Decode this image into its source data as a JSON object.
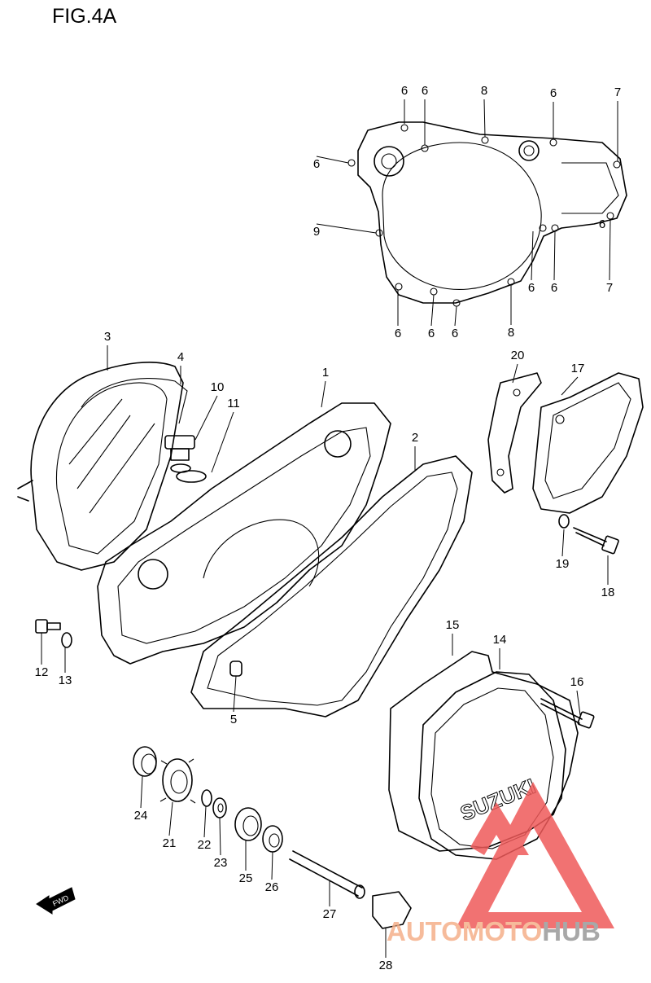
{
  "title": "FIG.4A",
  "fwd_label": "FWD",
  "cover_logo": "SUZUKI",
  "watermark": {
    "text_a": "AUTOMOTO",
    "text_b": "HUB",
    "color_a": "#f5b08a",
    "color_b": "#9a9a9a",
    "triangle_color": "#ef5a5a"
  },
  "callouts": [
    {
      "id": "c1",
      "label": "1"
    },
    {
      "id": "c2",
      "label": "2"
    },
    {
      "id": "c3",
      "label": "3"
    },
    {
      "id": "c4",
      "label": "4"
    },
    {
      "id": "c5",
      "label": "5"
    },
    {
      "id": "c6a",
      "label": "6"
    },
    {
      "id": "c6b",
      "label": "6"
    },
    {
      "id": "c6c",
      "label": "6"
    },
    {
      "id": "c6d",
      "label": "6"
    },
    {
      "id": "c6e",
      "label": "6"
    },
    {
      "id": "c6f",
      "label": "6"
    },
    {
      "id": "c6g",
      "label": "6"
    },
    {
      "id": "c6h",
      "label": "6"
    },
    {
      "id": "c6i",
      "label": "6"
    },
    {
      "id": "c6j",
      "label": "6"
    },
    {
      "id": "c7a",
      "label": "7"
    },
    {
      "id": "c7b",
      "label": "7"
    },
    {
      "id": "c8a",
      "label": "8"
    },
    {
      "id": "c8b",
      "label": "8"
    },
    {
      "id": "c9",
      "label": "9"
    },
    {
      "id": "c10",
      "label": "10"
    },
    {
      "id": "c11",
      "label": "11"
    },
    {
      "id": "c12",
      "label": "12"
    },
    {
      "id": "c13",
      "label": "13"
    },
    {
      "id": "c14",
      "label": "14"
    },
    {
      "id": "c15",
      "label": "15"
    },
    {
      "id": "c16",
      "label": "16"
    },
    {
      "id": "c17",
      "label": "17"
    },
    {
      "id": "c18",
      "label": "18"
    },
    {
      "id": "c19",
      "label": "19"
    },
    {
      "id": "c20",
      "label": "20"
    },
    {
      "id": "c21",
      "label": "21"
    },
    {
      "id": "c22",
      "label": "22"
    },
    {
      "id": "c23",
      "label": "23"
    },
    {
      "id": "c24",
      "label": "24"
    },
    {
      "id": "c25",
      "label": "25"
    },
    {
      "id": "c26",
      "label": "26"
    },
    {
      "id": "c27",
      "label": "27"
    },
    {
      "id": "c28",
      "label": "28"
    }
  ]
}
